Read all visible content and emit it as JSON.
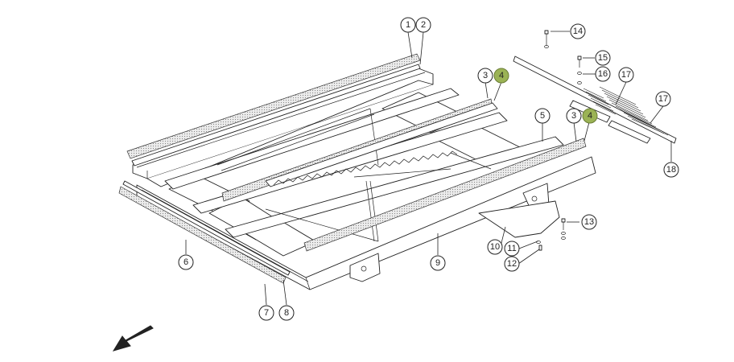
{
  "diagram": {
    "callouts": [
      {
        "id": "c1",
        "label": "1",
        "highlight": false
      },
      {
        "id": "c2",
        "label": "2",
        "highlight": false
      },
      {
        "id": "c3a",
        "label": "3",
        "highlight": false
      },
      {
        "id": "c4a",
        "label": "4",
        "highlight": true
      },
      {
        "id": "c5",
        "label": "5",
        "highlight": false
      },
      {
        "id": "c3b",
        "label": "3",
        "highlight": false
      },
      {
        "id": "c4b",
        "label": "4",
        "highlight": true
      },
      {
        "id": "c6",
        "label": "6",
        "highlight": false
      },
      {
        "id": "c7",
        "label": "7",
        "highlight": false
      },
      {
        "id": "c8",
        "label": "8",
        "highlight": false
      },
      {
        "id": "c9",
        "label": "9",
        "highlight": false
      },
      {
        "id": "c10",
        "label": "10",
        "highlight": false
      },
      {
        "id": "c11",
        "label": "11",
        "highlight": false
      },
      {
        "id": "c12",
        "label": "12",
        "highlight": false
      },
      {
        "id": "c13",
        "label": "13",
        "highlight": false
      },
      {
        "id": "c14",
        "label": "14",
        "highlight": false
      },
      {
        "id": "c15",
        "label": "15",
        "highlight": false
      },
      {
        "id": "c16",
        "label": "16",
        "highlight": false
      },
      {
        "id": "c17a",
        "label": "17",
        "highlight": false
      },
      {
        "id": "c17b",
        "label": "17",
        "highlight": false
      },
      {
        "id": "c18",
        "label": "18",
        "highlight": false
      }
    ],
    "colors": {
      "highlight": "#9bb355",
      "line": "#222222",
      "background": "#ffffff"
    }
  }
}
